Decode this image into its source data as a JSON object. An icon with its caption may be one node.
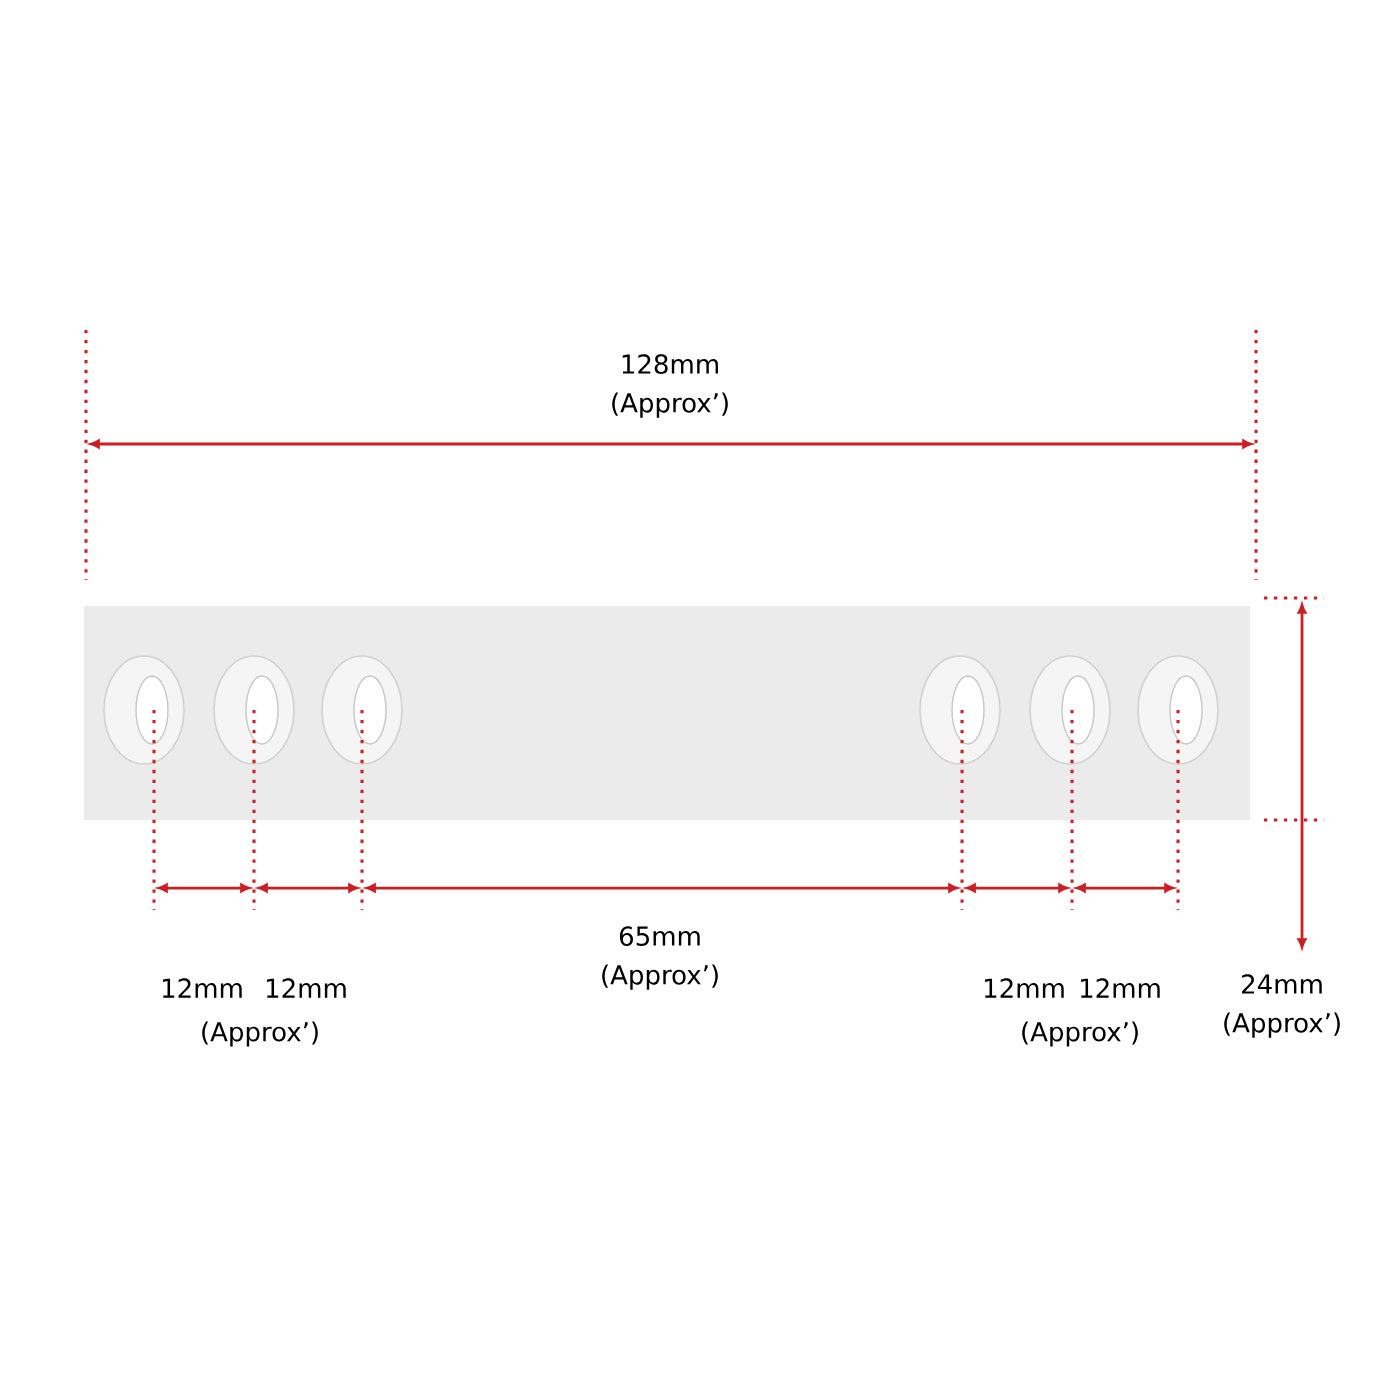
{
  "diagram": {
    "labels": [
      "128mm (Approx’)",
      "12mm",
      "12mm",
      "(Approx’)",
      "65mm (Approx’)",
      "12mm",
      "12mm",
      "(Approx’)",
      "24mm (Approx’)"
    ]
  }
}
